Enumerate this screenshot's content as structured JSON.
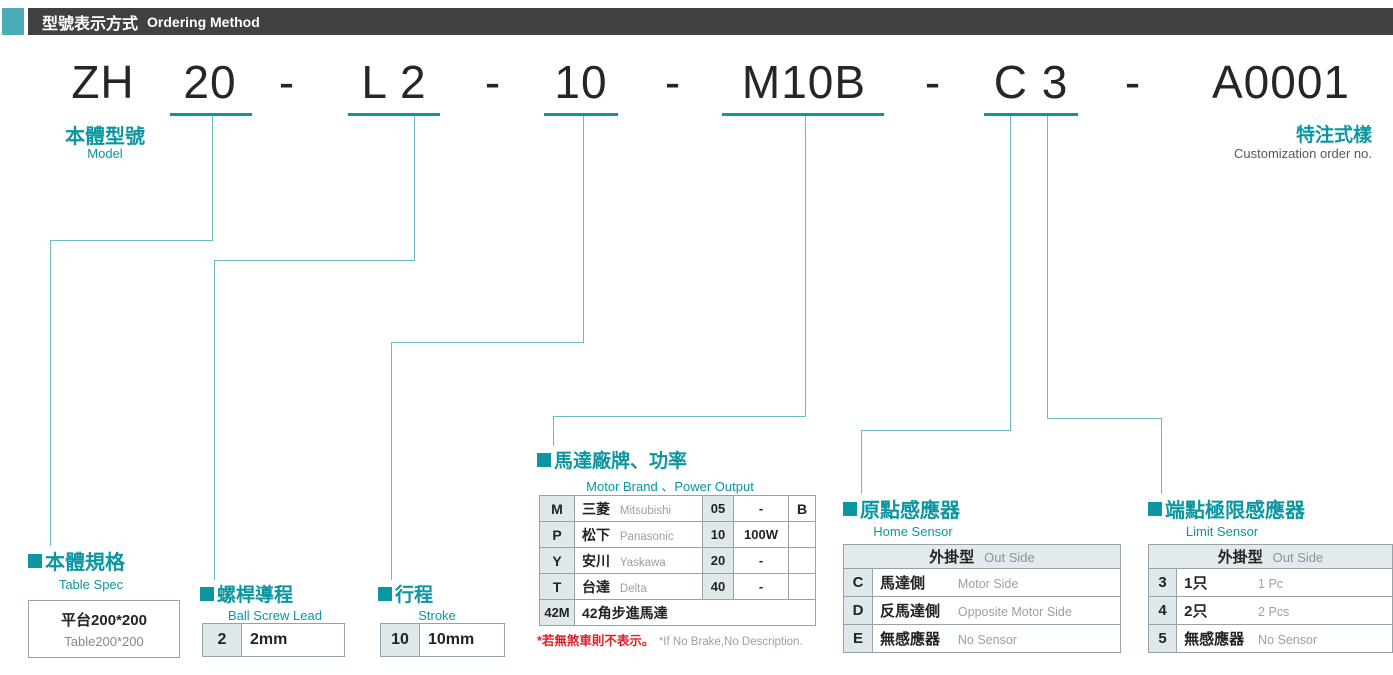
{
  "header": {
    "title_zh": "型號表示方式",
    "title_en": "Ordering Method"
  },
  "model_code": {
    "segments": [
      "ZH",
      "20",
      "-",
      "L 2",
      "-",
      "10",
      "-",
      "M10B",
      "-",
      "C 3",
      "-",
      "A0001"
    ],
    "model_label_zh": "本體型號",
    "model_label_en": "Model",
    "custom_label_zh": "特注式樣",
    "custom_label_en": "Customization order no."
  },
  "sections": {
    "table_spec": {
      "title_zh": "本體規格",
      "title_en": "Table Spec",
      "value_zh": "平台200*200",
      "value_en": "Table200*200"
    },
    "ball_screw_lead": {
      "title_zh": "螺桿導程",
      "title_en": "Ball Screw Lead",
      "code": "2",
      "value": "2mm"
    },
    "stroke": {
      "title_zh": "行程",
      "title_en": "Stroke",
      "code": "10",
      "value": "10mm"
    },
    "motor": {
      "title_zh": "馬達廠牌、功率",
      "title_en": "Motor Brand 、Power Output",
      "rows": [
        {
          "code": "M",
          "brand_zh": "三菱",
          "brand_en": "Mitsubishi",
          "power_code": "05",
          "power": "-",
          "brake": "B"
        },
        {
          "code": "P",
          "brand_zh": "松下",
          "brand_en": "Panasonic",
          "power_code": "10",
          "power": "100W",
          "brake": ""
        },
        {
          "code": "Y",
          "brand_zh": "安川",
          "brand_en": "Yaskawa",
          "power_code": "20",
          "power": "-",
          "brake": ""
        },
        {
          "code": "T",
          "brand_zh": "台達",
          "brand_en": "Delta",
          "power_code": "40",
          "power": "-",
          "brake": ""
        }
      ],
      "stepper_code": "42M",
      "stepper_label": "42角步進馬達",
      "footnote_zh": "*若無煞車則不表示。",
      "footnote_en": "*If No Brake,No Description."
    },
    "home_sensor": {
      "title_zh": "原點感應器",
      "title_en": "Home Sensor",
      "header_zh": "外掛型",
      "header_en": "Out Side",
      "rows": [
        {
          "code": "C",
          "label_zh": "馬達側",
          "label_en": "Motor Side"
        },
        {
          "code": "D",
          "label_zh": "反馬達側",
          "label_en": "Opposite Motor Side"
        },
        {
          "code": "E",
          "label_zh": "無感應器",
          "label_en": "No Sensor"
        }
      ]
    },
    "limit_sensor": {
      "title_zh": "端點極限感應器",
      "title_en": "Limit Sensor",
      "header_zh": "外掛型",
      "header_en": "Out Side",
      "rows": [
        {
          "code": "3",
          "label_zh": "1只",
          "label_en": "1 Pc"
        },
        {
          "code": "4",
          "label_zh": "2只",
          "label_en": "2 Pcs"
        },
        {
          "code": "5",
          "label_zh": "無感應器",
          "label_en": "No Sensor"
        }
      ]
    }
  },
  "colors": {
    "teal": "#0b96a1",
    "leader_line": "#6fbac4",
    "header_bg": "#414042",
    "header_accent": "#4aacb6",
    "cell_shade": "#dfe9ec",
    "table_border": "#97a3a9",
    "footnote_red": "#e01f24"
  }
}
